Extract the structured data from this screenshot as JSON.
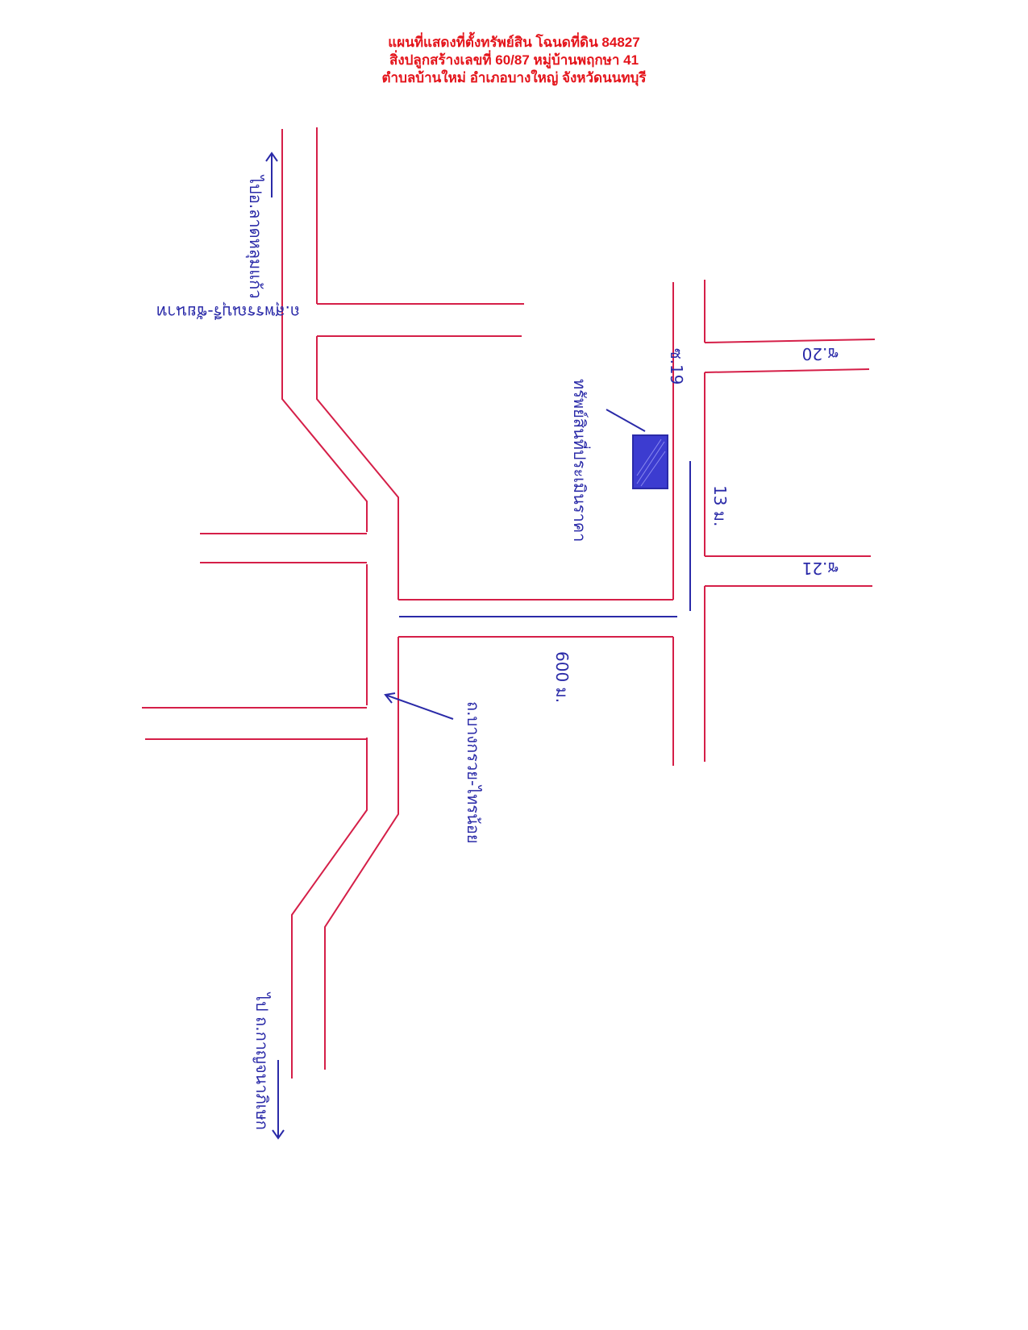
{
  "header": {
    "line1": "แผนที่แสดงที่ตั้งทรัพย์สิน โฉนดที่ดิน 84827",
    "line2": "สิ่งปลูกสร้างเลขที่ 60/87 หมู่บ้านพฤกษา 41",
    "line3": "ตำบลบ้านใหม่ อำเภอบางใหญ่ จังหวัดนนทบุรี"
  },
  "map": {
    "labels": {
      "to_top": "ไปอ.ลาดหลุมแก้ว",
      "road_top": "ถ.สุพรรณบุรี-ชัยนาท",
      "property": "ทรัพย์สินที่ประเมินราคา",
      "soi_19": "ซ.19",
      "soi_20": "ซ.20",
      "soi_21": "ซ.21",
      "dist_13": "13 ม.",
      "dist_600": "600 ม.",
      "road_mid": "ถ.บางกรวย-ไทรน้อย",
      "to_bottom": "ไป ถ.กาญจนาภิเษก"
    },
    "colors": {
      "road": "#d51f48",
      "ink": "#2a2aa8",
      "title": "#e4141b"
    }
  }
}
